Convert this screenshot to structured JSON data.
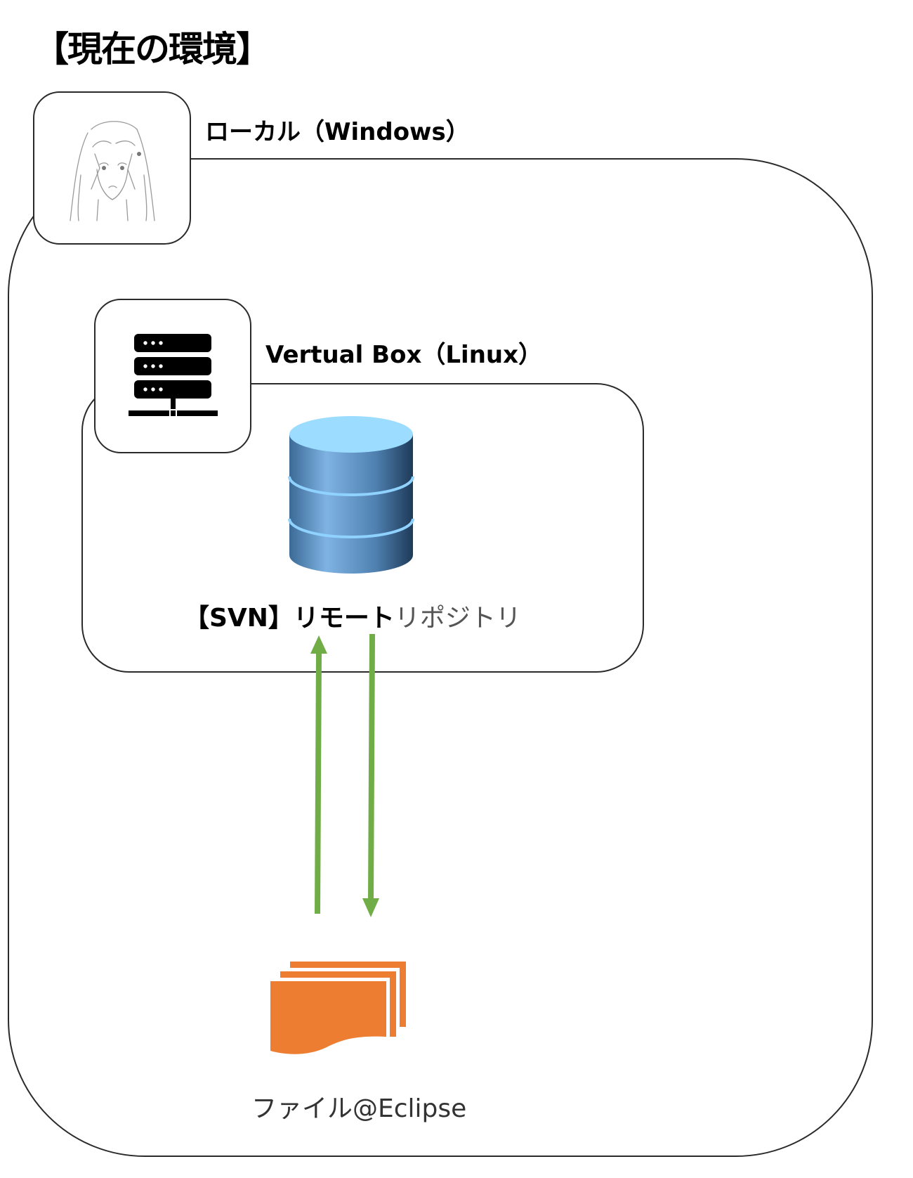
{
  "title": "【現在の環境】",
  "local": {
    "label": "ローカル（Windows）",
    "icon": "user-sketch-avatar"
  },
  "virtualbox": {
    "label": "Vertual Box（Linux）",
    "icon": "server-rack-network"
  },
  "repository": {
    "label_bold": "【SVN】リモート",
    "label_light": "リポジトリ",
    "icon": "database-cylinder",
    "color": "#5b8fc7"
  },
  "files": {
    "label": "ファイル@Eclipse",
    "icon": "stacked-documents",
    "color": "#ed7d31"
  },
  "arrows": {
    "color": "#70ad47",
    "items": [
      {
        "direction": "up",
        "meaning": "commit to repository"
      },
      {
        "direction": "down",
        "meaning": "update from repository"
      }
    ]
  }
}
